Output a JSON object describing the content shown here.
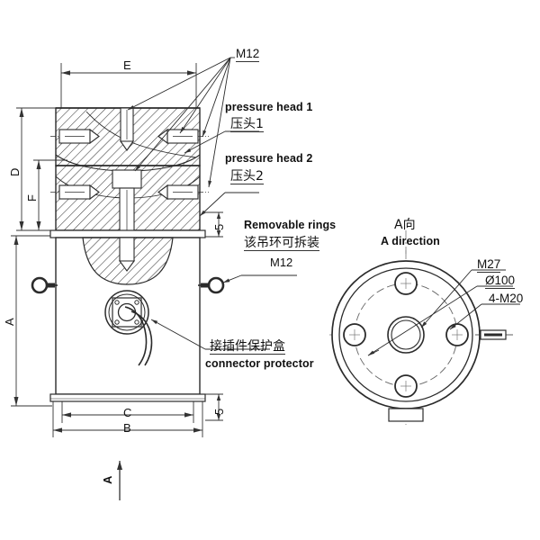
{
  "drawing": {
    "title": "Load cell / pressure head assembly technical drawing",
    "line_color": "#2b2b2b",
    "hatch_color": "#3a3a3a",
    "dim_color": "#333333",
    "background": "#ffffff"
  },
  "labels": {
    "m12_top": "M12",
    "pressure_head_1_en": "pressure head 1",
    "pressure_head_1_cn": "压头1",
    "pressure_head_2_en": "pressure head 2",
    "pressure_head_2_cn": "压头2",
    "removable_rings_en": "Removable rings",
    "removable_rings_cn": "该吊环可拆装",
    "removable_rings_size": "M12",
    "connector_cn": "接插件保护盒",
    "connector_en": "connector protector",
    "a_direction_cn": "A向",
    "a_direction_en": "A direction",
    "m27": "M27",
    "diameter_100": "Ø100",
    "four_m20": "4-M20"
  },
  "dimensions": {
    "e": "E",
    "d": "D",
    "f": "F",
    "a": "A",
    "b": "B",
    "c": "C",
    "five_upper": "5",
    "five_lower": "5",
    "section_arrow": "A"
  }
}
